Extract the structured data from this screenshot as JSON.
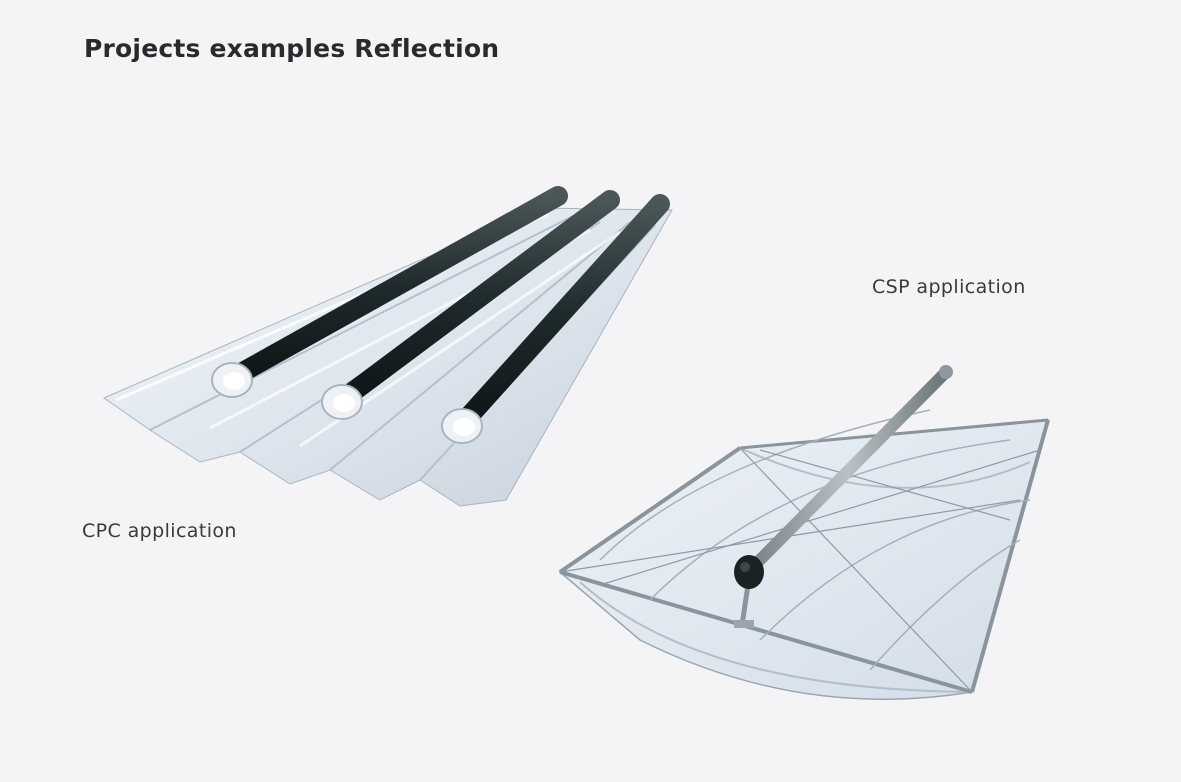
{
  "page": {
    "title": "Projects examples Reflection"
  },
  "figures": {
    "cpc": {
      "caption": "CPC application",
      "image": "cpc-reflector-with-three-vacuum-tubes"
    },
    "csp": {
      "caption": "CSP application",
      "image": "parabolic-trough-reflector-with-receiver-tube"
    }
  },
  "colors": {
    "background": "#f4f4f6",
    "text": "#2a2a2e",
    "reflector": "#dfe6ee",
    "tube": "#1f2a2c"
  }
}
